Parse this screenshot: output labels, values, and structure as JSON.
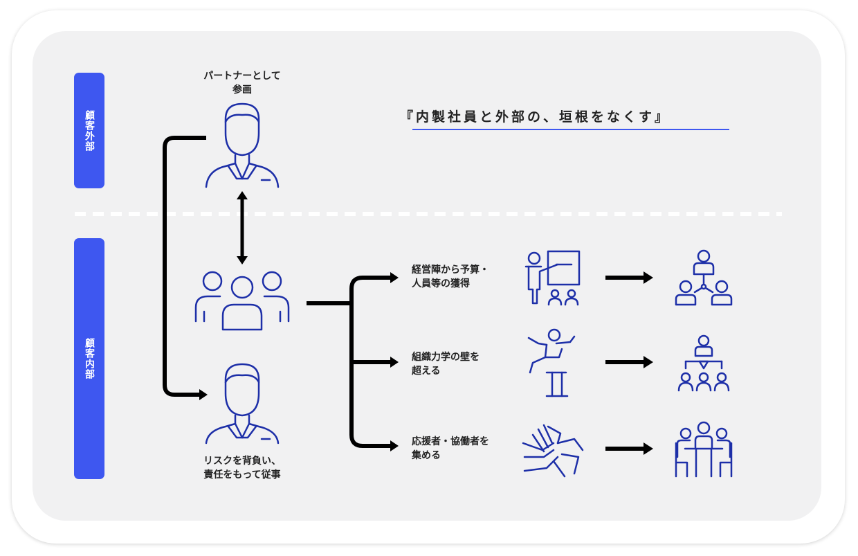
{
  "side_tabs": {
    "outside": "顧客外部",
    "inside": "顧客内部"
  },
  "headline": "『内製社員と外部の、垣根をなくす』",
  "partner": {
    "label": "パートナーとして\n参画"
  },
  "internal_member": {
    "label": "リスクを背負い、\n責任をもって従事"
  },
  "outcomes": [
    {
      "label": "経営陣から予算・\n人員等の獲得"
    },
    {
      "label": "組織力学の壁を\n超える"
    },
    {
      "label": "応援者・協働者を\n集める"
    }
  ],
  "colors": {
    "accent": "#3e57f0",
    "icon": "#1d2fa8",
    "arrow": "#000000",
    "panel": "#f1f1f2"
  },
  "icons": [
    "partner-person-icon",
    "team-group-icon",
    "member-person-icon",
    "presentation-icon",
    "hurdle-jump-icon",
    "hands-together-icon",
    "hierarchy-team-icon",
    "org-chart-icon",
    "meeting-table-icon"
  ]
}
